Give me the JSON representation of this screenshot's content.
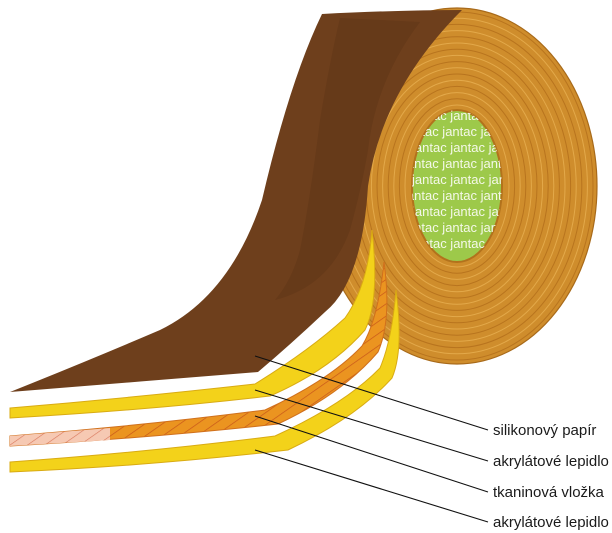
{
  "core_text": "jantac",
  "layers": [
    "silikonový papír",
    "akrylátové lepidlo",
    "tkaninová vložka",
    "akrylátové lepidlo"
  ],
  "colors": {
    "release_paper": "#6e3f1c",
    "release_paper_dark": "#5a3214",
    "roll_side": "#cf8d2c",
    "roll_side_ring": "#e3a94a",
    "adhesive": "#f3d21a",
    "adhesive_edge": "#d9ab12",
    "fabric": "#eb9420",
    "fabric_hatch": "#c8561a",
    "core": "#9dc94a",
    "leader_line": "#111111"
  }
}
